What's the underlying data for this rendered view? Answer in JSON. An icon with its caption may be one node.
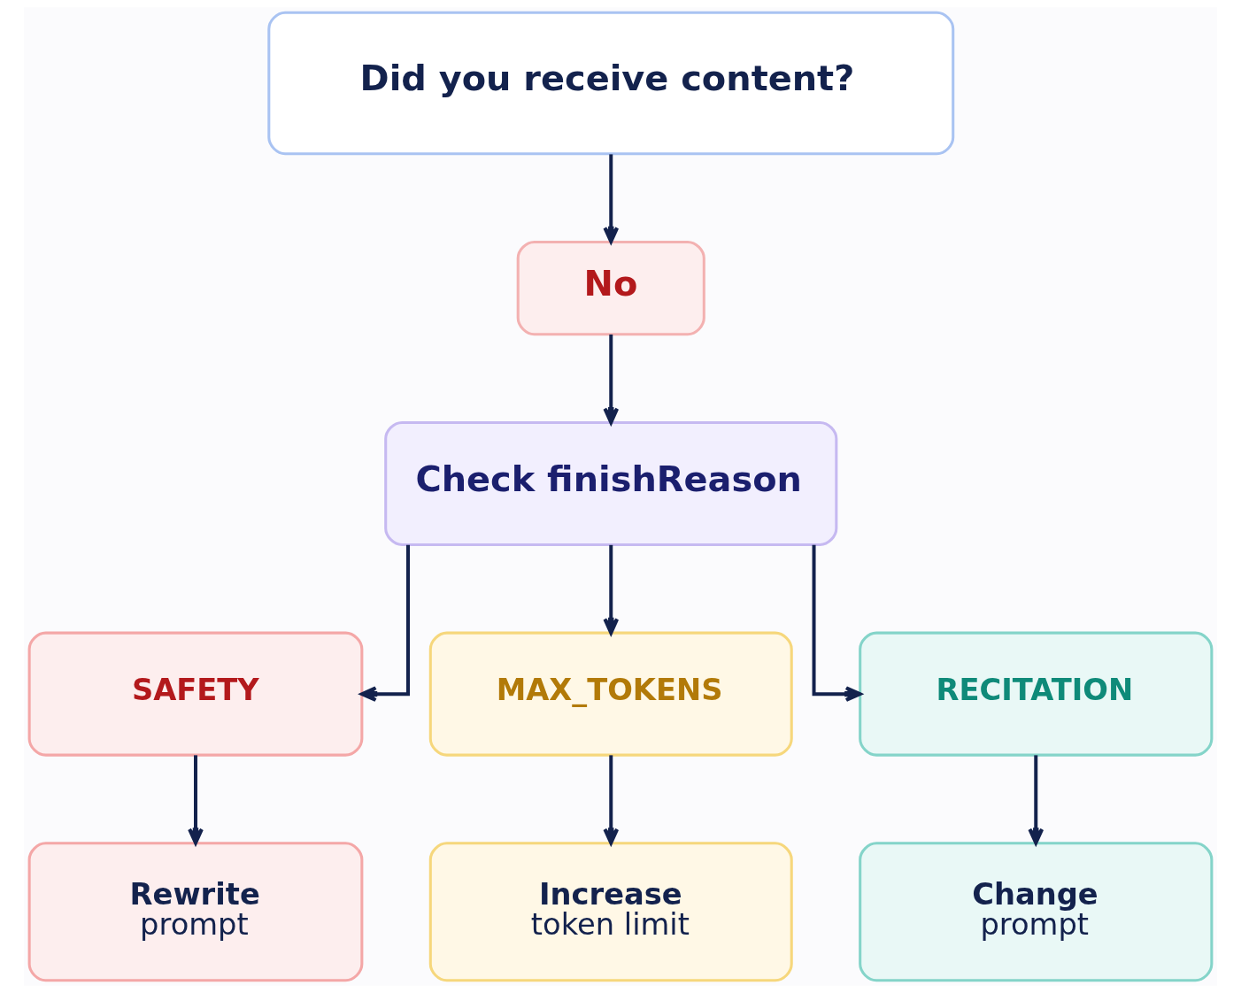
{
  "diagram": {
    "nodes": [
      {
        "text": [
          "Did you receive content?"
        ]
      },
      {
        "text": [
          "No"
        ]
      },
      {
        "text": [
          "Check finishReason"
        ]
      },
      {
        "text": [
          "SAFETY"
        ]
      },
      {
        "text": [
          "MAX_TOKENS"
        ]
      },
      {
        "text": [
          "RECITATION"
        ]
      },
      {
        "text": [
          "Rewrite",
          "prompt"
        ]
      },
      {
        "text": [
          "Increase",
          "token limit"
        ]
      },
      {
        "text": [
          "Change",
          "prompt"
        ]
      }
    ],
    "edges": [
      {
        "from": 0,
        "to": 1,
        "arrow": "to"
      },
      {
        "from": 1,
        "to": 2,
        "arrow": "to"
      },
      {
        "from": 2,
        "to": 3,
        "arrow": "to"
      },
      {
        "from": 2,
        "to": 4,
        "arrow": "to"
      },
      {
        "from": 2,
        "to": 5,
        "arrow": "to"
      },
      {
        "from": 3,
        "to": 6,
        "arrow": "to"
      },
      {
        "from": 4,
        "to": 7,
        "arrow": "to"
      },
      {
        "from": 5,
        "to": 8,
        "arrow": "to"
      }
    ]
  }
}
